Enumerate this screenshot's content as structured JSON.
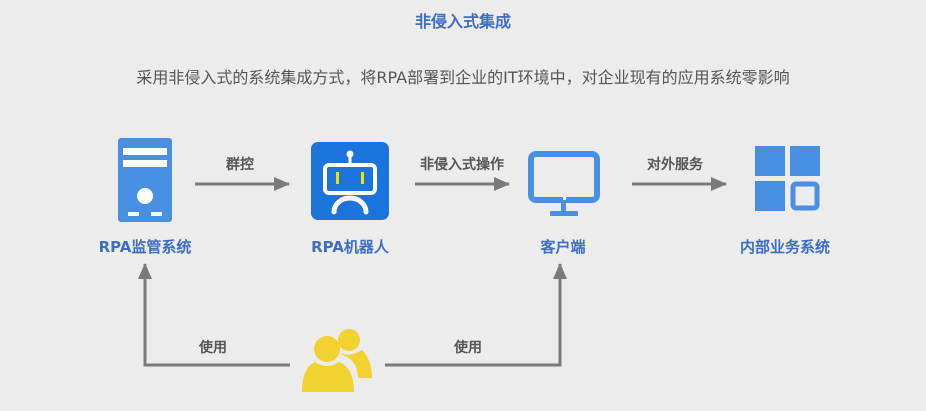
{
  "title": "非侵入式集成",
  "subtitle": "采用非侵入式的系统集成方式，将RPA部署到企业的IT环境中，对企业现有的应用系统零影响",
  "nodes": {
    "monitor": "RPA监管系统",
    "robot": "RPA机器人",
    "client": "客户端",
    "internal": "内部业务系统"
  },
  "edges": {
    "control": "群控",
    "noninvasive": "非侵入式操作",
    "service": "对外服务",
    "use_left": "使用",
    "use_right": "使用"
  },
  "colors": {
    "accent": "#3d6ec4",
    "icon": "#4a90e2",
    "robot_bg": "#1b74db",
    "user": "#f2d22e",
    "arrow": "#7a7a7a"
  }
}
